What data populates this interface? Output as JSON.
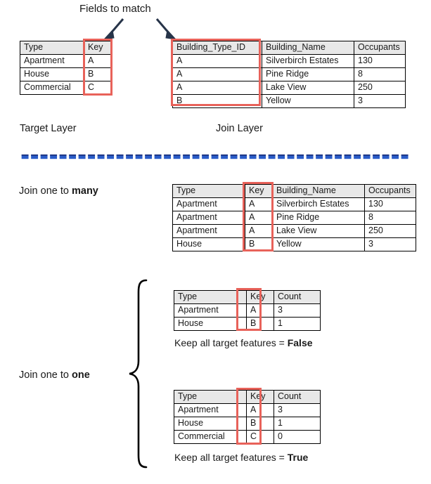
{
  "diagram": {
    "title_annotation": "Fields to match",
    "target_layer_caption": "Target Layer",
    "join_layer_caption": "Join Layer",
    "accent_red": "#e8625a",
    "divider_blue": "#2a5cc8",
    "arrow_navy": "#273449",
    "header_fill": "#e8e8e8"
  },
  "target_table": {
    "name": "target-layer-table",
    "headers": [
      "Type",
      "Key"
    ],
    "rows": [
      [
        "Apartment",
        "A"
      ],
      [
        "House",
        "B"
      ],
      [
        "Commercial",
        "C"
      ]
    ]
  },
  "join_table": {
    "name": "join-layer-table",
    "headers": [
      "Building_Type_ID",
      "Building_Name",
      "Occupants"
    ],
    "rows": [
      [
        "A",
        "Silverbirch Estates",
        "130"
      ],
      [
        "A",
        "Pine Ridge",
        "8"
      ],
      [
        "A",
        "Lake View",
        "250"
      ],
      [
        "B",
        "Yellow",
        "3"
      ]
    ]
  },
  "one_to_many": {
    "label_prefix": "Join one to ",
    "label_emphasis": "many",
    "headers": [
      "Type",
      "Key",
      "Building_Name",
      "Occupants"
    ],
    "rows": [
      [
        "Apartment",
        "A",
        "Silverbirch Estates",
        "130"
      ],
      [
        "Apartment",
        "A",
        "Pine Ridge",
        "8"
      ],
      [
        "Apartment",
        "A",
        "Lake View",
        "250"
      ],
      [
        "House",
        "B",
        "Yellow",
        "3"
      ]
    ]
  },
  "one_to_one": {
    "label_prefix": "Join one to ",
    "label_emphasis": "one",
    "false_case": {
      "headers": [
        "Type",
        "Key",
        "Count"
      ],
      "rows": [
        [
          "Apartment",
          "A",
          "3"
        ],
        [
          "House",
          "B",
          "1"
        ]
      ],
      "caption_prefix": "Keep all target features = ",
      "caption_value": "False"
    },
    "true_case": {
      "headers": [
        "Type",
        "Key",
        "Count"
      ],
      "rows": [
        [
          "Apartment",
          "A",
          "3"
        ],
        [
          "House",
          "B",
          "1"
        ],
        [
          "Commercial",
          "C",
          "0"
        ]
      ],
      "caption_prefix": "Keep all target features = ",
      "caption_value": "True"
    }
  }
}
